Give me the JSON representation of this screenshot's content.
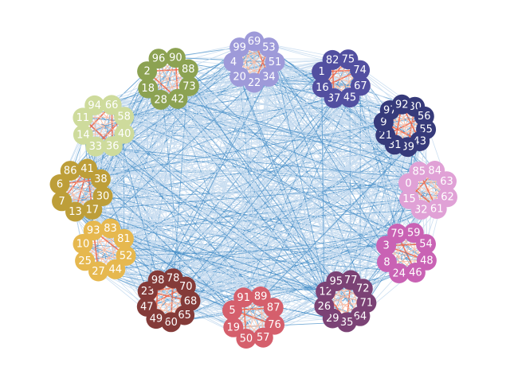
{
  "graph": {
    "colors": {
      "inter_edge": "#4a90c8",
      "inter_edge_light": "#c6dbef",
      "intra_edge": "#ef6548",
      "intra_edge_light": "#fcbba1",
      "node_text": "#ffffff"
    },
    "clusters": [
      {
        "color": "#9e9ad9",
        "nodes": [
          "69",
          "53",
          "51",
          "34",
          "22",
          "20",
          "4",
          "99"
        ]
      },
      {
        "color": "#524fa0",
        "nodes": [
          "75",
          "74",
          "67",
          "45",
          "37",
          "16",
          "1",
          "82"
        ]
      },
      {
        "color": "#363a7a",
        "nodes": [
          "80",
          "56",
          "55",
          "43",
          "39",
          "31",
          "21",
          "9",
          "97",
          "92"
        ]
      },
      {
        "color": "#e0a1d6",
        "nodes": [
          "84",
          "63",
          "62",
          "61",
          "32",
          "15",
          "0",
          "85"
        ]
      },
      {
        "color": "#c962b4",
        "nodes": [
          "59",
          "54",
          "48",
          "46",
          "24",
          "8",
          "3",
          "79"
        ]
      },
      {
        "color": "#7b4275",
        "nodes": [
          "77",
          "72",
          "71",
          "64",
          "35",
          "29",
          "26",
          "12",
          "95"
        ]
      },
      {
        "color": "#d55f6c",
        "nodes": [
          "89",
          "87",
          "76",
          "57",
          "50",
          "19",
          "5",
          "91"
        ]
      },
      {
        "color": "#843b39",
        "nodes": [
          "78",
          "70",
          "68",
          "65",
          "60",
          "49",
          "47",
          "23",
          "98"
        ]
      },
      {
        "color": "#e6b84f",
        "nodes": [
          "83",
          "81",
          "52",
          "44",
          "27",
          "25",
          "10",
          "93"
        ]
      },
      {
        "color": "#bd9e39",
        "nodes": [
          "41",
          "38",
          "30",
          "17",
          "13",
          "7",
          "6",
          "86"
        ]
      },
      {
        "color": "#cedb9c",
        "nodes": [
          "66",
          "58",
          "40",
          "36",
          "33",
          "14",
          "11",
          "94"
        ]
      },
      {
        "color": "#8ca252",
        "nodes": [
          "90",
          "88",
          "73",
          "42",
          "28",
          "18",
          "2",
          "96"
        ]
      }
    ]
  }
}
